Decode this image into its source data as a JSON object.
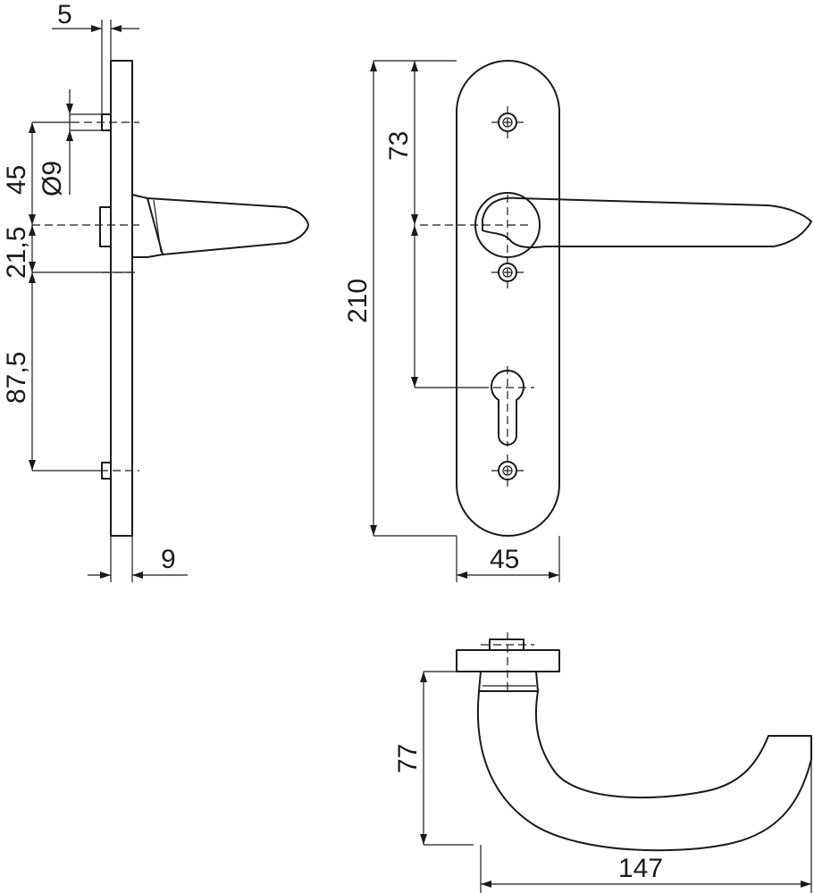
{
  "drawing": {
    "side_view": {
      "dims": {
        "plate_offset": "5",
        "pin_diameter": "Ø9",
        "top_screw_to_spindle": "45",
        "spindle_offset": "21,5",
        "spindle_to_bottom_screw": "87,5",
        "plate_thickness": "9"
      }
    },
    "front_view": {
      "dims": {
        "plate_height": "210",
        "top_to_spindle": "73",
        "plate_width": "45"
      }
    },
    "top_view": {
      "dims": {
        "handle_height": "77",
        "handle_length": "147"
      }
    }
  }
}
